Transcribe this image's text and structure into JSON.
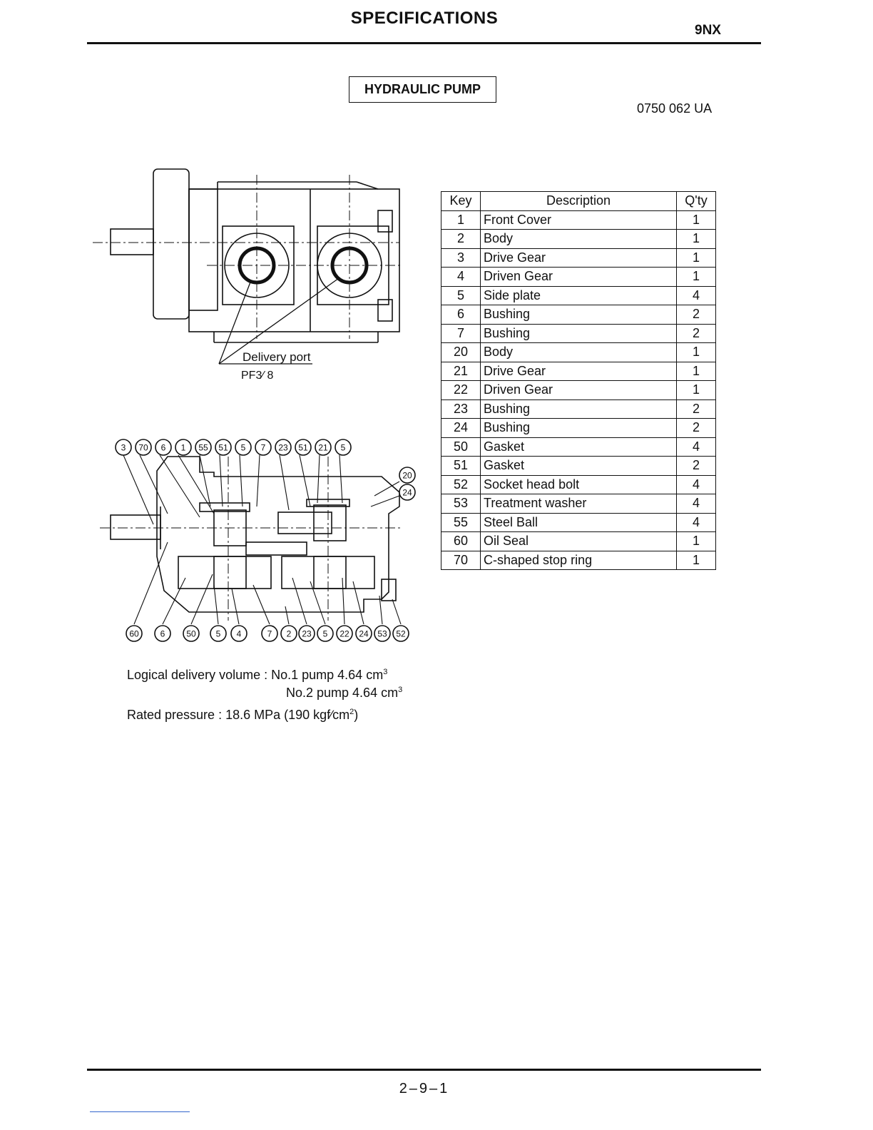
{
  "header": {
    "title": "SPECIFICATIONS",
    "model": "9NX"
  },
  "section": {
    "title": "HYDRAULIC PUMP",
    "drawing_number": "0750 062 UA"
  },
  "top_view": {
    "callout_label": "Delivery port",
    "callout_value": "PF3∕ 8"
  },
  "section_view": {
    "top_keys": [
      "3",
      "70",
      "6",
      "1",
      "55",
      "51",
      "5",
      "7",
      "23",
      "51",
      "21",
      "5"
    ],
    "right_keys": [
      "20",
      "24"
    ],
    "bottom_keys": [
      "60",
      "6",
      "50",
      "5",
      "4",
      "7",
      "2",
      "23",
      "5",
      "22",
      "24",
      "53",
      "52"
    ]
  },
  "parts_table": {
    "headers": {
      "key": "Key",
      "description": "Description",
      "qty": "Q'ty"
    },
    "rows": [
      {
        "key": "1",
        "description": "Front Cover",
        "qty": "1"
      },
      {
        "key": "2",
        "description": "Body",
        "qty": "1"
      },
      {
        "key": "3",
        "description": "Drive Gear",
        "qty": "1"
      },
      {
        "key": "4",
        "description": "Driven Gear",
        "qty": "1"
      },
      {
        "key": "5",
        "description": "Side plate",
        "qty": "4"
      },
      {
        "key": "6",
        "description": "Bushing",
        "qty": "2"
      },
      {
        "key": "7",
        "description": "Bushing",
        "qty": "2"
      },
      {
        "key": "20",
        "description": "Body",
        "qty": "1"
      },
      {
        "key": "21",
        "description": "Drive Gear",
        "qty": "1"
      },
      {
        "key": "22",
        "description": "Driven Gear",
        "qty": "1"
      },
      {
        "key": "23",
        "description": "Bushing",
        "qty": "2"
      },
      {
        "key": "24",
        "description": "Bushing",
        "qty": "2"
      },
      {
        "key": "50",
        "description": "Gasket",
        "qty": "4"
      },
      {
        "key": "51",
        "description": "Gasket",
        "qty": "2"
      },
      {
        "key": "52",
        "description": "Socket head bolt",
        "qty": "4"
      },
      {
        "key": "53",
        "description": "Treatment washer",
        "qty": "4"
      },
      {
        "key": "55",
        "description": "Steel Ball",
        "qty": "4"
      },
      {
        "key": "60",
        "description": "Oil Seal",
        "qty": "1"
      },
      {
        "key": "70",
        "description": "C-shaped stop ring",
        "qty": "1"
      }
    ]
  },
  "specs": {
    "delivery_label": "Logical delivery volume : ",
    "pump1": "No.1 pump 4.64 cm",
    "pump2": "No.2 pump 4.64 cm",
    "unit_power": "3",
    "pressure_prefix": "Rated pressure : 18.6 MPa (190 kgf∕cm",
    "pressure_power": "2",
    "pressure_suffix": ")"
  },
  "footer": {
    "page_number": "2–9–1"
  }
}
